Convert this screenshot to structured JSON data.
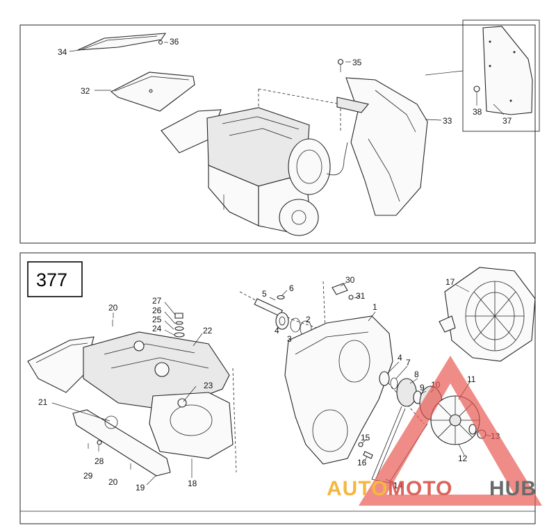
{
  "top_panel": {
    "callouts": [
      "34",
      "36",
      "35",
      "32",
      "33",
      "38",
      "37"
    ]
  },
  "bottom_panel": {
    "figure_number": "377",
    "callouts": [
      "20",
      "27",
      "26",
      "25",
      "24",
      "22",
      "23",
      "21",
      "28",
      "29",
      "20",
      "19",
      "18",
      "5",
      "6",
      "4",
      "3",
      "2",
      "30",
      "31",
      "1",
      "17",
      "4",
      "7",
      "8",
      "9",
      "10",
      "11",
      "15",
      "16",
      "14",
      "12",
      "13"
    ]
  },
  "watermark": {
    "part1": "AUTO",
    "part2": "MOTO",
    "part3": "HUB",
    "colors": {
      "auto": "#f4b02a",
      "moto": "#d9534a",
      "hub": "#5a5a5a",
      "triangle": "#e8564f"
    }
  }
}
